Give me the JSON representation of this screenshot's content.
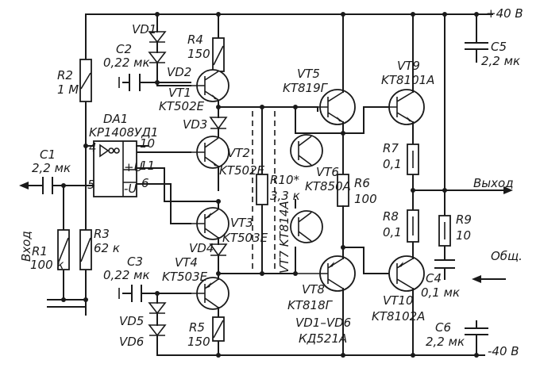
{
  "labels": {
    "vd1": "VD1",
    "vd2": "VD2",
    "vd3": "VD3",
    "vd4": "VD4",
    "vd5": "VD5",
    "vd6": "VD6",
    "r4_ref": "R4",
    "r4_val": "150",
    "c2_ref": "C2",
    "c2_val": "0,22 мк",
    "r2_ref": "R2",
    "r2_val": "1 M",
    "vt1_ref": "VT1",
    "vt1_type": "KT502E",
    "da1_ref": "DA1",
    "da1_type": "KP1408УД1",
    "c1_ref": "C1",
    "c1_val": "2,2 мк",
    "pin4": "4",
    "pin10": "10",
    "pin5": "5",
    "pin11": "11",
    "pin6": "6",
    "plus_u": "+U",
    "minus_u": "-U",
    "vt2_ref": "VT2",
    "vt2_type": "KT502E",
    "r10_ref": "R10*",
    "r10_val": "3,3 к",
    "vt3_ref": "VT3",
    "vt3_type": "KT503E",
    "vt7_label": "VT7 KT814A",
    "input_label": "Вход",
    "r1_ref": "R1",
    "r1_val": "100 к",
    "r3_ref": "R3",
    "r3_val": "62 к",
    "c3_ref": "C3",
    "c3_val": "0,22 мк",
    "vt4_ref": "VT4",
    "vt4_type": "KT503E",
    "r5_ref": "R5",
    "r5_val": "150",
    "vt5_ref": "VT5",
    "vt5_type": "KT819Г",
    "vt6_ref": "VT6",
    "vt6_type": "KT850A",
    "r6_ref": "R6",
    "r6_val": "100",
    "vt8_ref": "VT8",
    "vt8_type": "KT818Г",
    "vd_note": "VD1–VD6",
    "vd_type": "КД521A",
    "vt9_ref": "VT9",
    "vt9_type": "KT8101A",
    "r7_ref": "R7",
    "r7_val": "0,1",
    "r8_ref": "R8",
    "r8_val": "0,1",
    "r9_ref": "R9",
    "r9_val": "10",
    "vt10_ref": "VT10",
    "vt10_type": "KT8102A",
    "c4_ref": "C4",
    "c4_val": "0,1 мк",
    "c5_ref": "C5",
    "c5_val": "2,2 мк",
    "c6_ref": "C6",
    "c6_val": "2,2 мк",
    "supply_pos": "+40 B",
    "supply_neg": "-40 B",
    "output_label": "Выход",
    "common_label": "Общ."
  }
}
